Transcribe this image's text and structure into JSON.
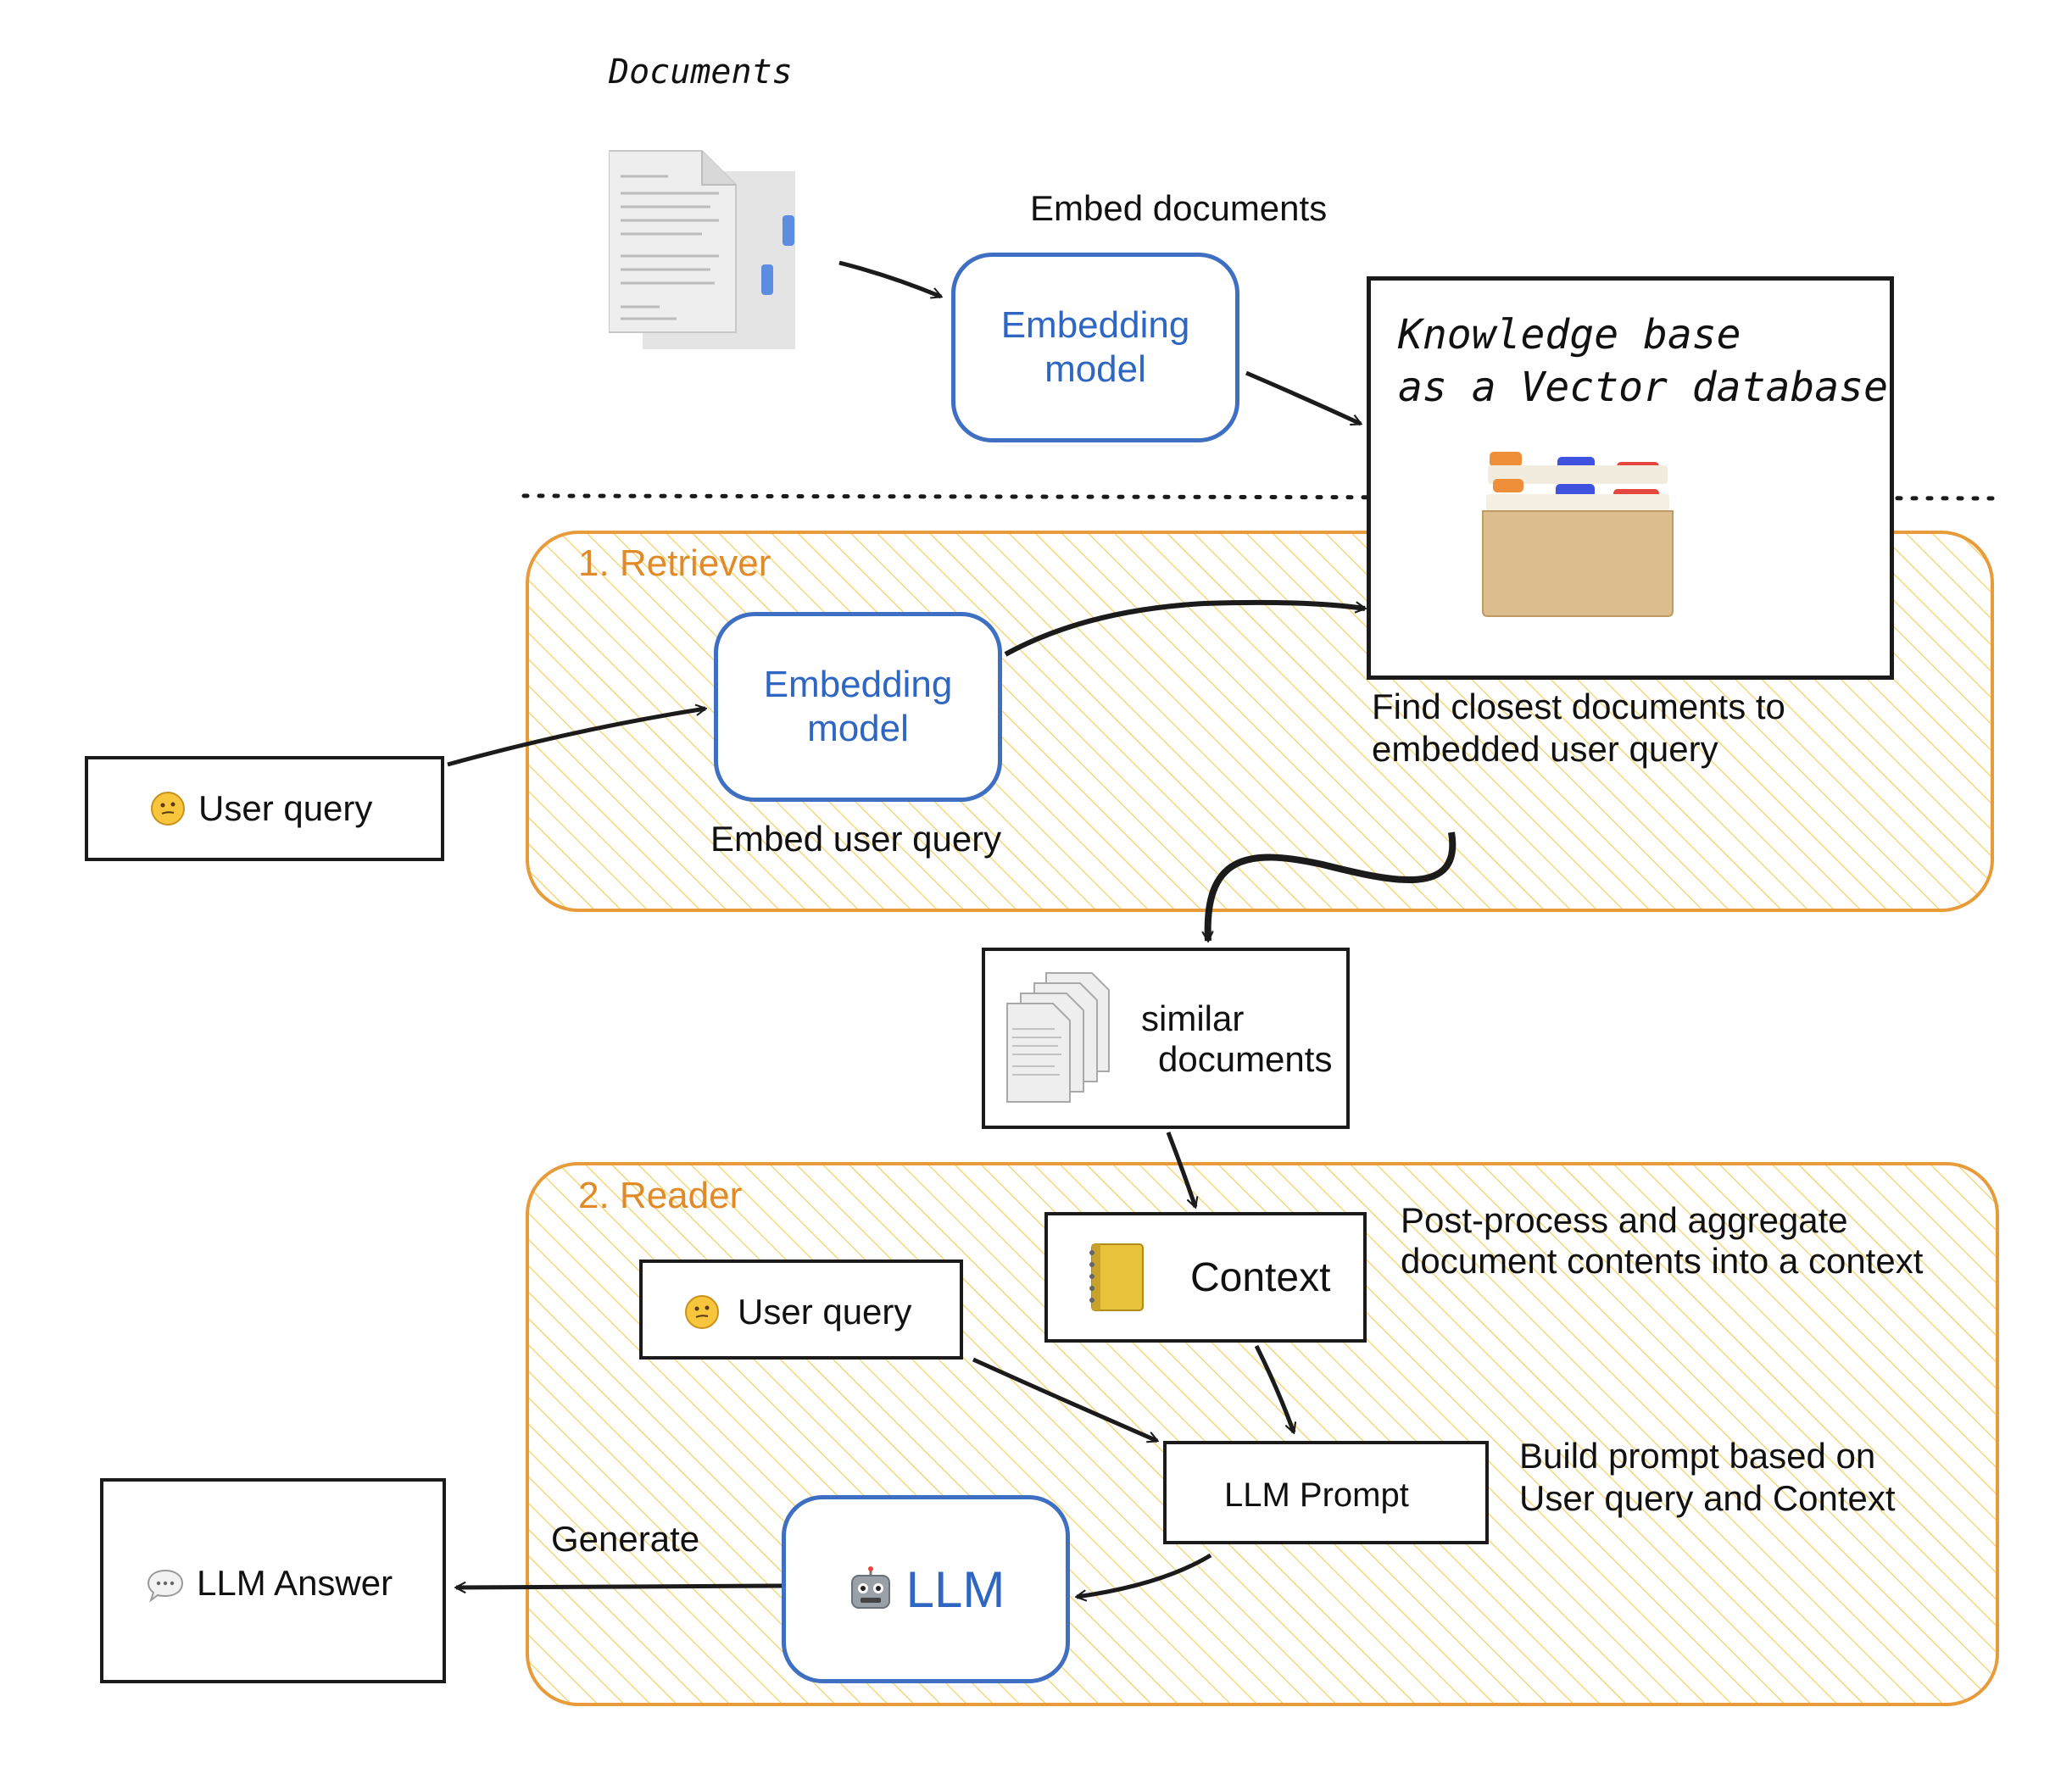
{
  "colors": {
    "accent_blue": "#3f6fc3",
    "stage_orange": "#e79b3a",
    "hatch_yellow": "#f6d77e",
    "ink": "#1b1b1b"
  },
  "documents": {
    "label": "Documents",
    "icon": "document-stack-icon"
  },
  "embed_documents_label": "Embed documents",
  "embedding_model_top": {
    "line1": "Embedding",
    "line2": "model"
  },
  "knowledge_base": {
    "line1": "Knowledge base",
    "line2": "as a Vector database",
    "icon": "card-file-box-icon"
  },
  "retriever": {
    "title": "1. Retriever",
    "embedding_model": {
      "line1": "Embedding",
      "line2": "model"
    },
    "embed_user_query_label": "Embed user query",
    "find_closest": {
      "line1": "Find closest documents to",
      "line2": "embedded user query"
    }
  },
  "user_query_left": {
    "label": "User query",
    "icon": "thinking-face-icon"
  },
  "similar_documents": {
    "line1": "similar",
    "line2": "documents",
    "icon": "document-stack-icon"
  },
  "reader": {
    "title": "2. Reader",
    "context": {
      "label": "Context",
      "icon": "notebook-icon"
    },
    "post_process": {
      "line1": "Post-process and aggregate",
      "line2": "document contents into a context"
    },
    "user_query": {
      "label": "User query",
      "icon": "thinking-face-icon"
    },
    "llm_prompt": {
      "label": "LLM Prompt"
    },
    "build_prompt": {
      "line1": "Build prompt based on",
      "line2": "User query and Context"
    },
    "llm": {
      "label": "LLM",
      "icon": "robot-icon"
    },
    "generate_label": "Generate"
  },
  "llm_answer": {
    "label": "LLM Answer",
    "icon": "speech-bubble-icon"
  }
}
